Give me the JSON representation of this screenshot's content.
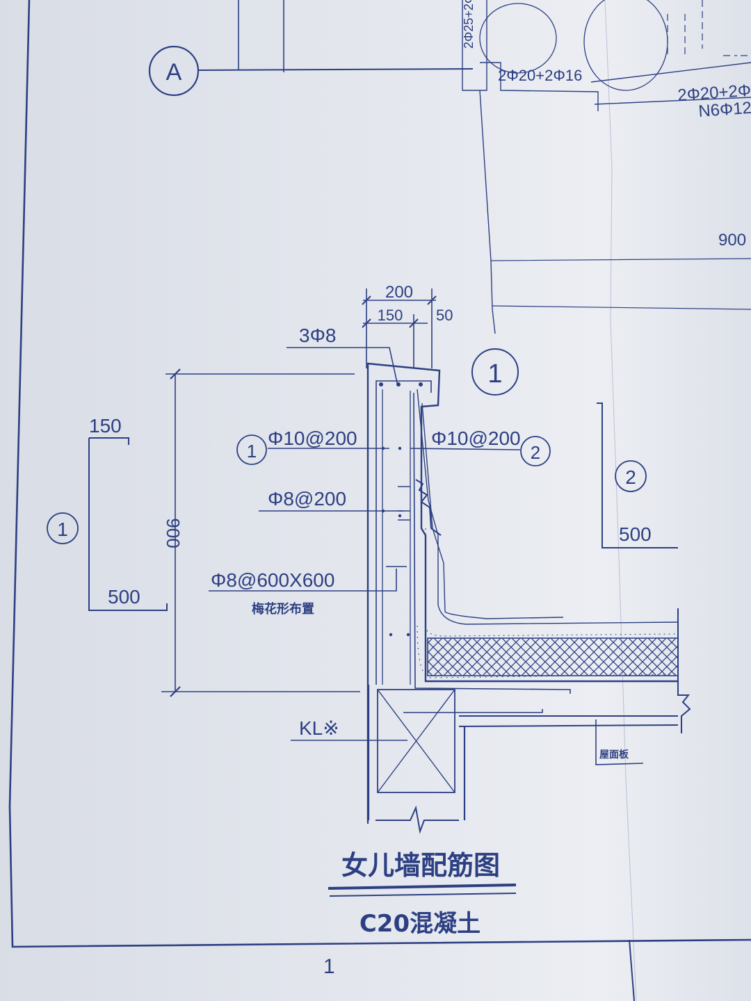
{
  "drawing": {
    "title": "女儿墙配筋图",
    "material": "C20混凝土",
    "page_number": "1",
    "grid_axis_label": "A",
    "detail_markers": {
      "one": "1",
      "two": "2"
    },
    "dimensions": {
      "total_width": "200",
      "inner_width": "150",
      "cap_offset": "50",
      "parapet_height": "900",
      "bar1_top_leg": "150",
      "bar1_bottom_leg": "500",
      "bar2_leg": "500",
      "top_edge_right": "900"
    },
    "rebar_callouts": {
      "top_bars": "3Φ8",
      "bar1_spec": "Φ10@200",
      "bar2_spec": "Φ10@200",
      "horizontal_bars": "Φ8@200",
      "tie_bars": "Φ8@600X600",
      "tie_note": "梅花形布置"
    },
    "beam_label": "KL※",
    "roof_slab_label": "屋面板",
    "top_fragments": {
      "frag1": "2Φ25+2Φ",
      "frag2": "2Φ20+2Φ16",
      "frag3": "2Φ20+2Φ",
      "frag4": "N6Φ12"
    }
  }
}
